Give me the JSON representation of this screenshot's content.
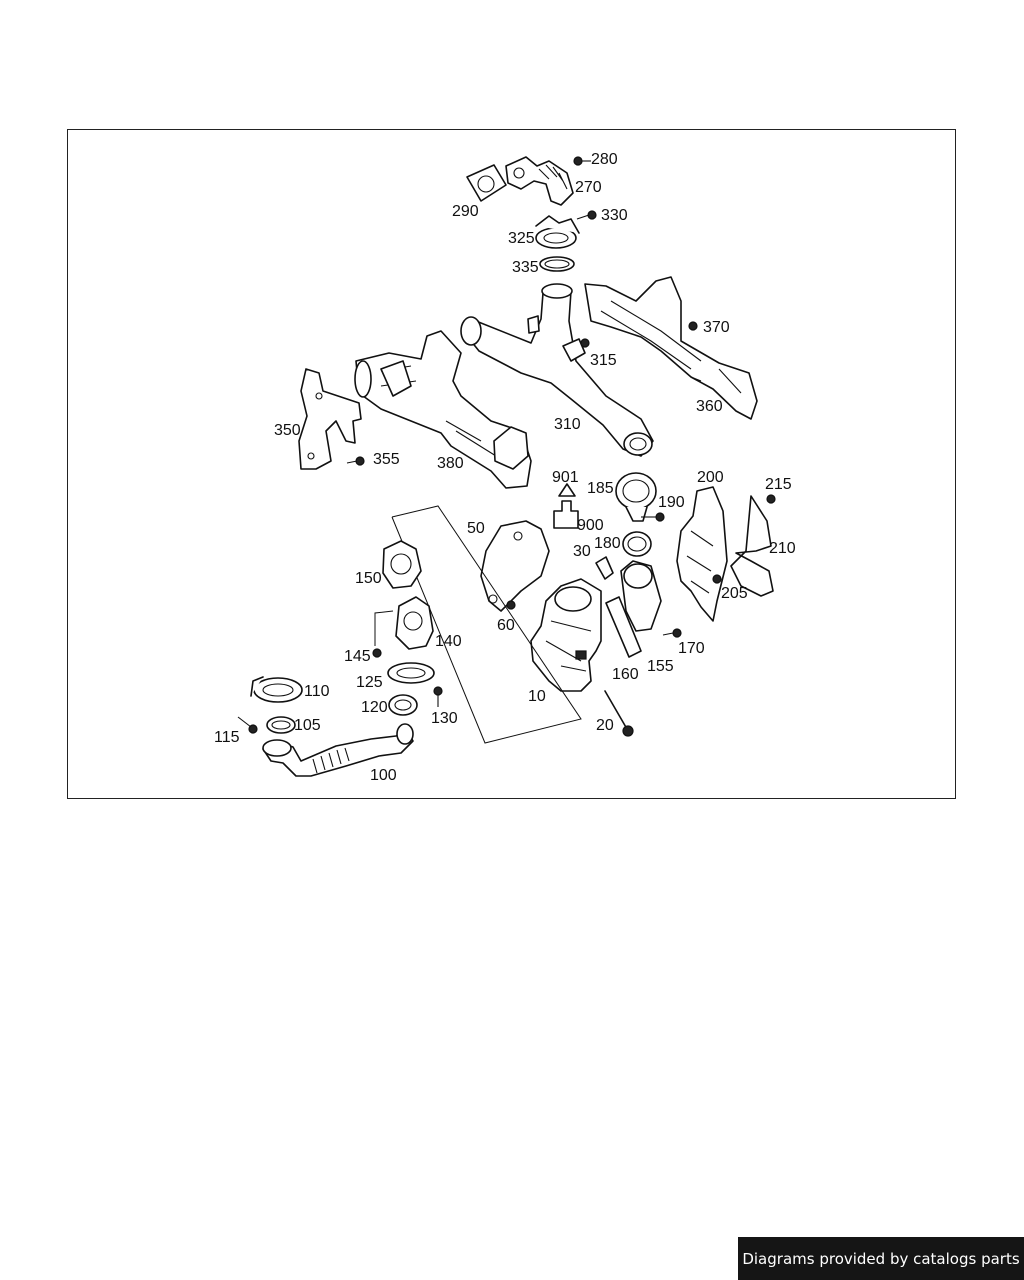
{
  "credit": "Diagrams provided by catalogs parts",
  "diagram": {
    "callouts": [
      "280",
      "270",
      "290",
      "330",
      "325",
      "335",
      "370",
      "315",
      "360",
      "310",
      "350",
      "355",
      "380",
      "901",
      "185",
      "190",
      "200",
      "215",
      "210",
      "900",
      "30",
      "180",
      "50",
      "205",
      "150",
      "140",
      "145",
      "60",
      "170",
      "155",
      "160",
      "125",
      "110",
      "120",
      "130",
      "10",
      "115",
      "105",
      "20",
      "100"
    ]
  }
}
